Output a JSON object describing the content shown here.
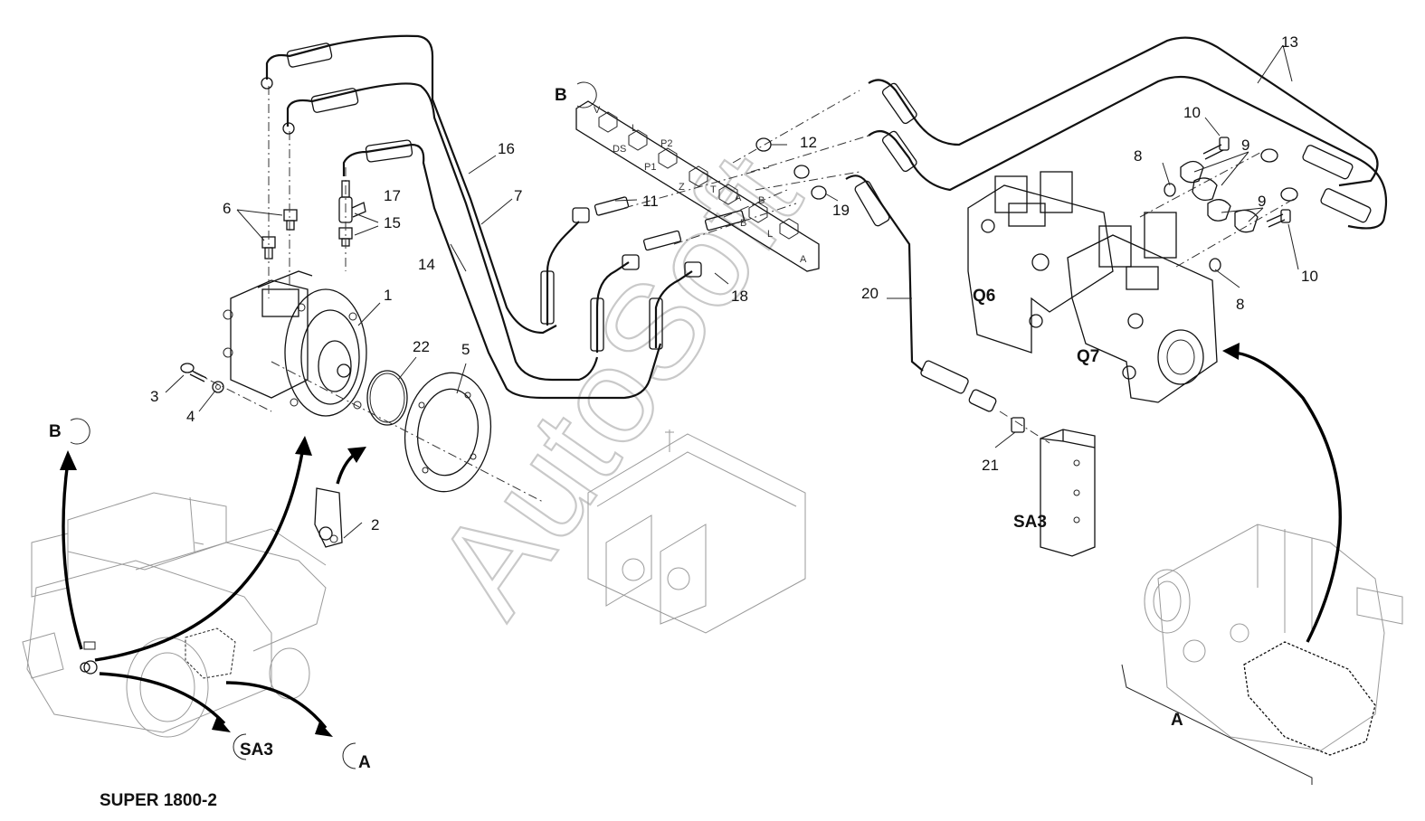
{
  "watermark": "AutoSoft",
  "machine_title": "SUPER 1800-2",
  "callouts": {
    "c1": "1",
    "c2": "2",
    "c3": "3",
    "c4": "4",
    "c5": "5",
    "c6": "6",
    "c7": "7",
    "c8a": "8",
    "c8b": "8",
    "c9a": "9",
    "c9b": "9",
    "c10a": "10",
    "c10b": "10",
    "c11": "11",
    "c12": "12",
    "c13": "13",
    "c14": "14",
    "c15": "15",
    "c16": "16",
    "c17": "17",
    "c18": "18",
    "c19": "19",
    "c20": "20",
    "c21": "21",
    "c22": "22"
  },
  "tags": {
    "q6": "Q6",
    "q7": "Q7",
    "sa3_block": "SA3",
    "sa3_ref": "SA3",
    "a_ref": "A",
    "a_detail": "A",
    "b_ref_left": "B",
    "b_ref_plate": "B"
  },
  "plate_markings": [
    "V",
    "L",
    "DS",
    "P2",
    "P1",
    "Z",
    "T",
    "A",
    "B",
    "B",
    "L",
    "A"
  ]
}
